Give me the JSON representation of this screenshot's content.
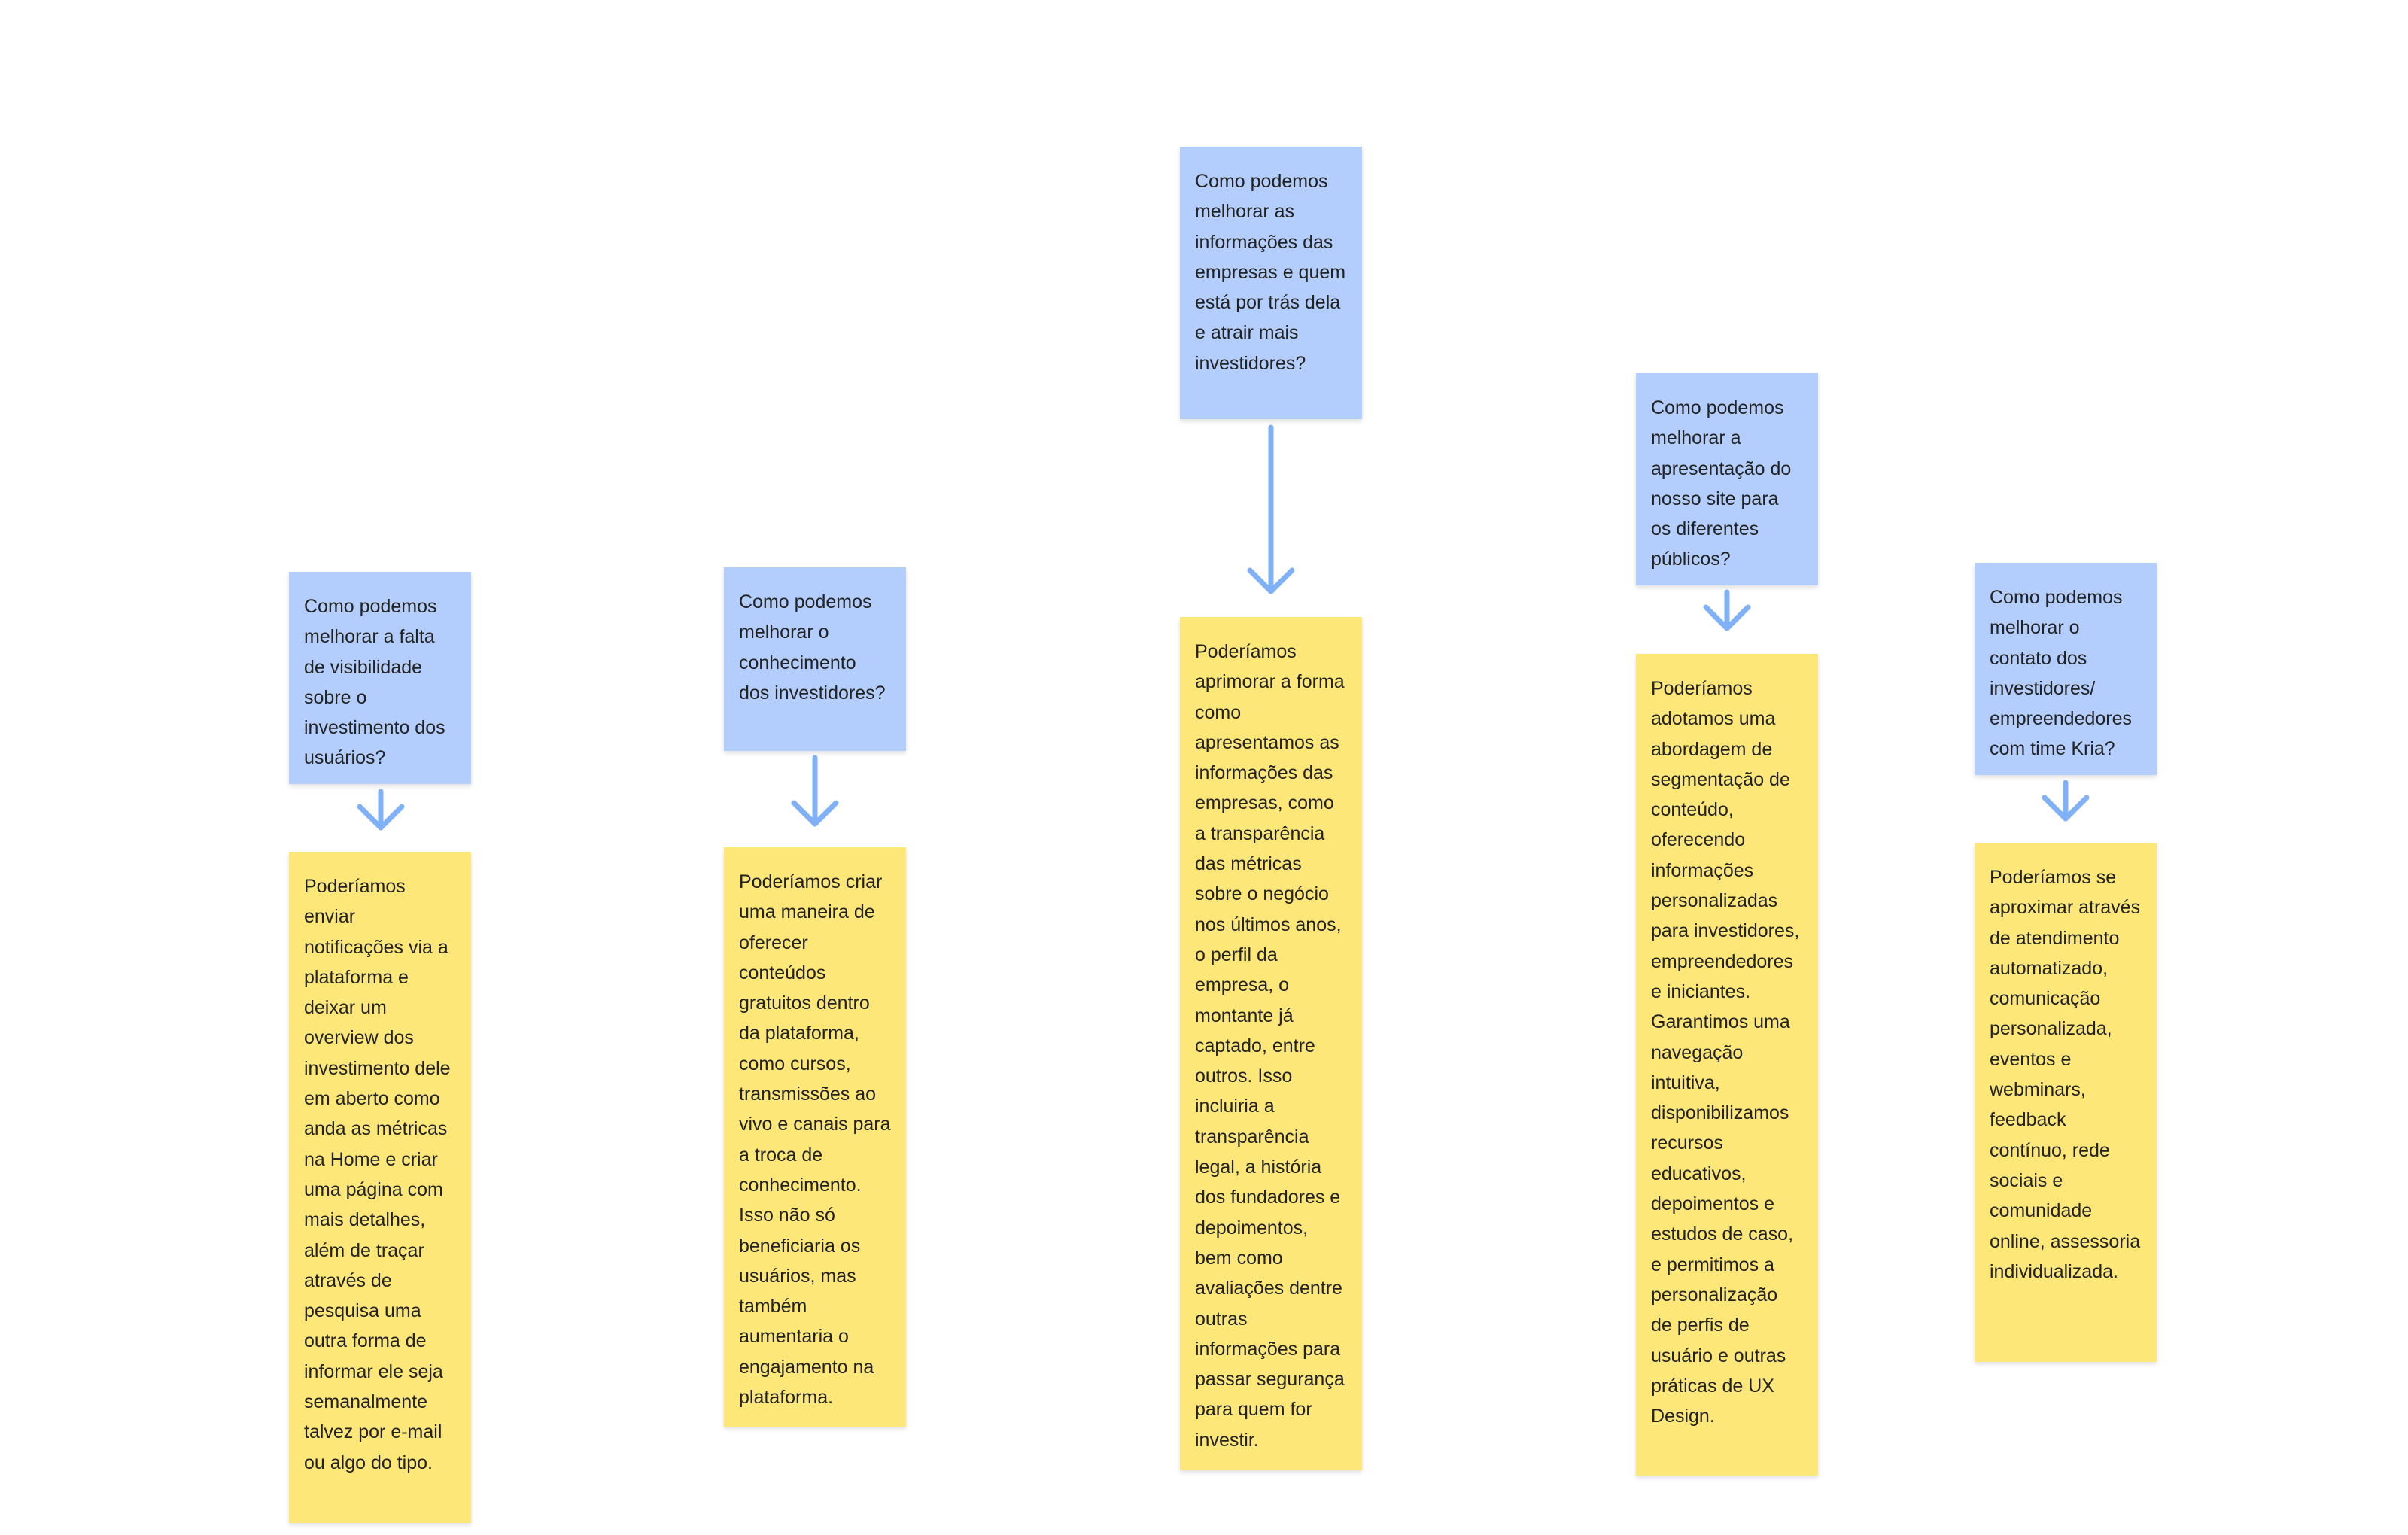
{
  "columns": [
    {
      "question": "Como podemos melhorar a falta de visibilidade sobre o investimento dos usuários?",
      "answer": "Poderíamos enviar notificações via a plataforma e deixar um overview dos investimento dele em aberto como anda as métricas na Home e criar uma página com mais detalhes, além de traçar através de pesquisa uma outra forma de informar ele seja semanalmente talvez por e-mail ou algo do tipo."
    },
    {
      "question": "Como podemos melhorar o conhecimento dos investidores?",
      "answer": "Poderíamos criar uma maneira de oferecer conteúdos gratuitos dentro da plataforma, como cursos, transmissões ao vivo e canais para a troca de conhecimento. Isso não só beneficiaria os usuários, mas também aumentaria o engajamento na plataforma."
    },
    {
      "question": "Como podemos melhorar as informações das empresas e quem está por trás dela e atrair mais investidores?",
      "answer": "Poderíamos aprimorar a forma como apresentamos as informações das empresas, como a transparência das métricas sobre o negócio nos últimos anos, o perfil da empresa, o montante já captado, entre outros. Isso incluiria a transparência legal, a história dos fundadores e depoimentos, bem como avaliações dentre outras informações para passar segurança para quem for investir."
    },
    {
      "question": "Como podemos melhorar a apresentação do nosso site para os diferentes públicos?",
      "answer": "Poderíamos adotamos uma abordagem de segmentação de conteúdo, oferecendo informações personalizadas para investidores, empreendedores e iniciantes. Garantimos uma navegação intuitiva, disponibilizamos recursos educativos, depoimentos e estudos de caso, e permitimos a personalização de perfis de usuário e outras práticas de UX Design."
    },
    {
      "question": "Como podemos melhorar o contato dos investidores/ empreendedores com time Kria?",
      "answer": "Poderíamos se aproximar através de atendimento automatizado, comunicação personalizada, eventos e webminars, feedback contínuo, rede sociais e comunidade online, assessoria individualizada."
    }
  ]
}
